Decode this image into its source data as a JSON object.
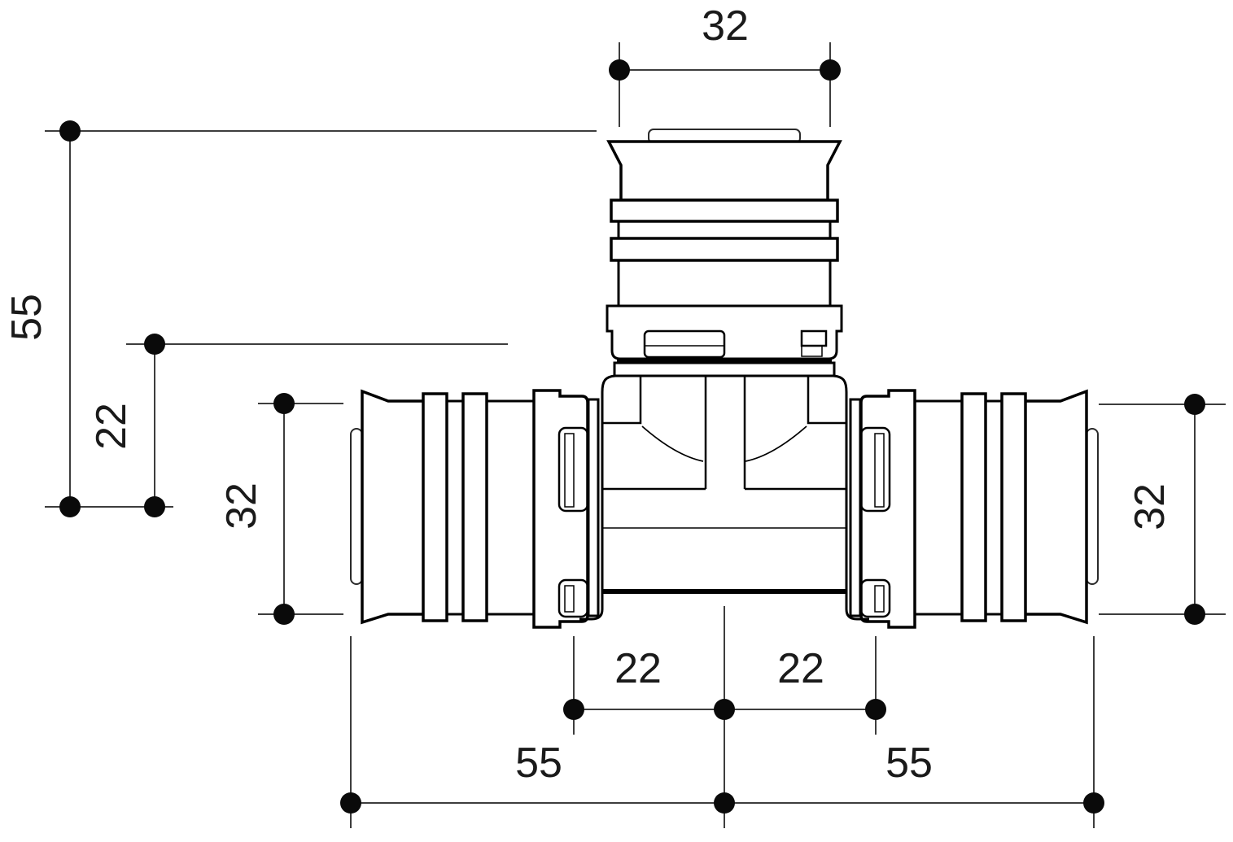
{
  "figure": {
    "kind": "technical-drawing",
    "subject": "press tee pipe fitting, front view with dimension lines",
    "background_color": "#ffffff",
    "outline_color": "#000000",
    "dimension_line_color": "#3d3d3d",
    "dimension_dot_color": "#0a0a0a",
    "label_color": "#1a1a1a"
  },
  "dims": {
    "top_width": "32",
    "left_total_height": "55",
    "left_offset": "22",
    "left_od": "32",
    "right_od": "32",
    "bottom_left_offset": "22",
    "bottom_right_offset": "22",
    "bottom_left_length": "55",
    "bottom_right_length": "55"
  }
}
